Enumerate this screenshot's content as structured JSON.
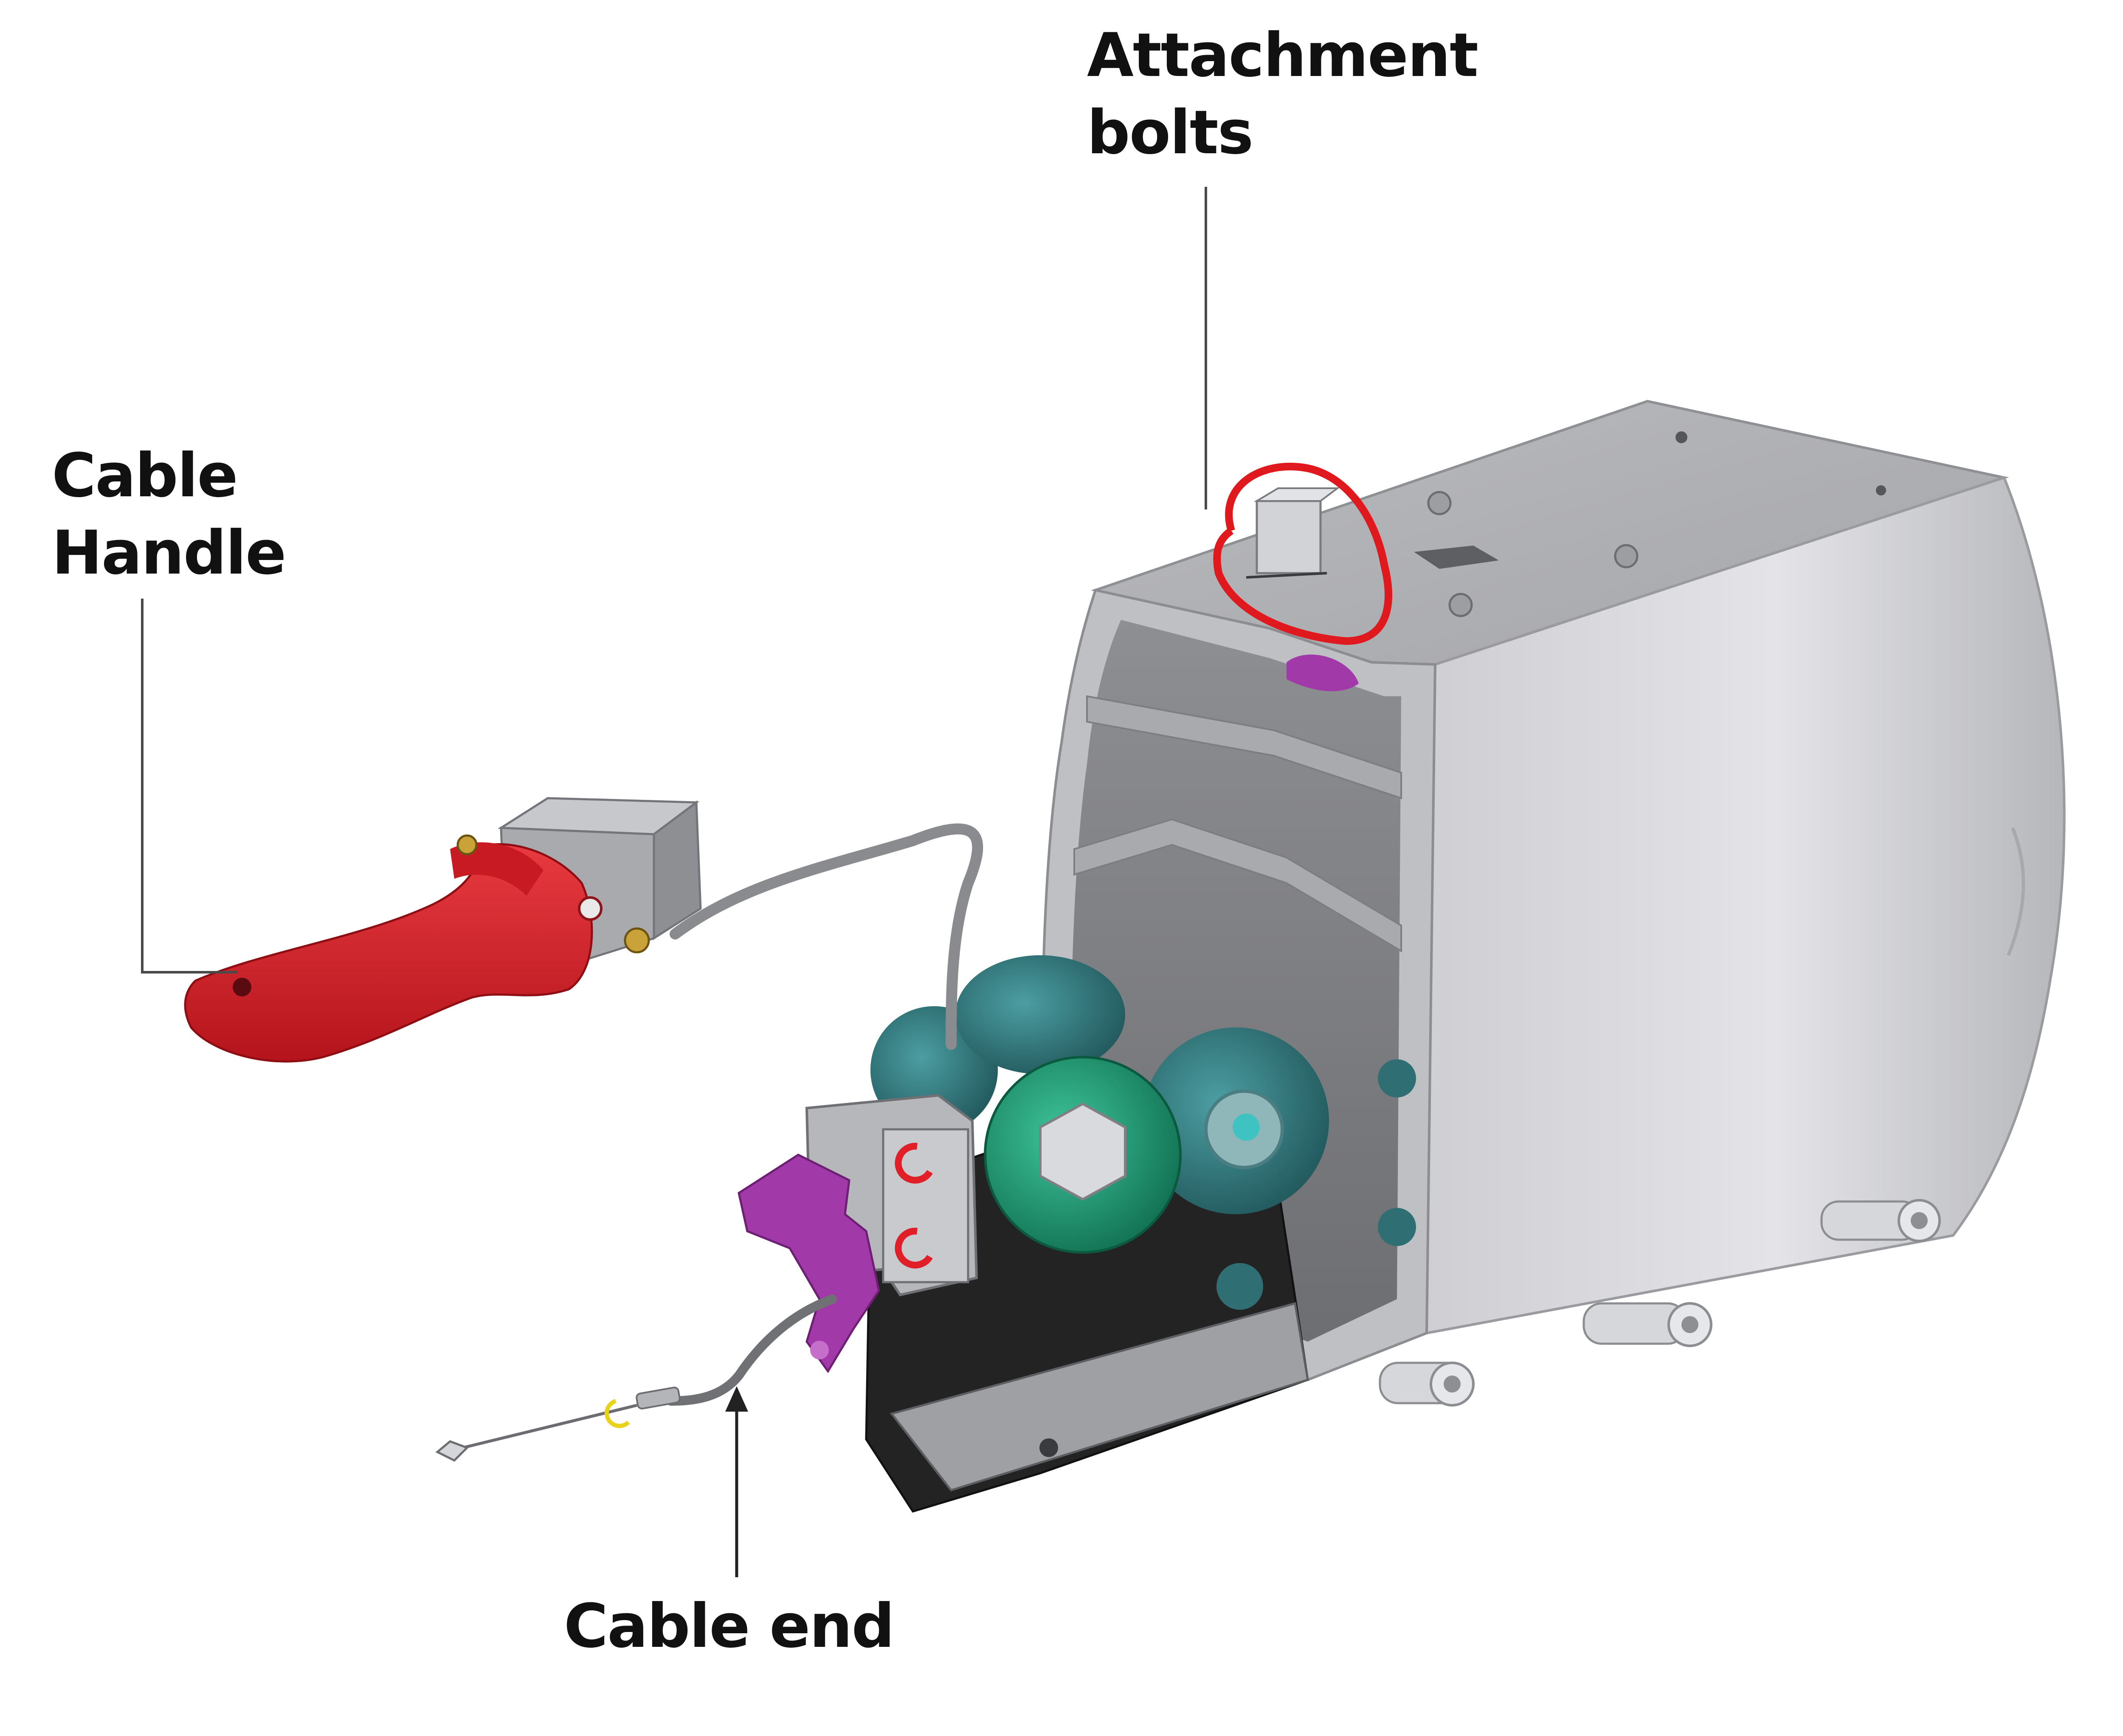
{
  "labels": {
    "attachment_bolts": {
      "line1": "Attachment",
      "line2": "bolts"
    },
    "cable_handle": {
      "line1": "Cable",
      "line2": "Handle"
    },
    "cable_end": "Cable end"
  },
  "colors": {
    "highlight_circle": "#e0191f",
    "handle": "#d3202a",
    "housing": "#c3c4c8",
    "dark_block": "#232324",
    "green_knob": "#1e9a72",
    "teal_knob": "#2f7c80",
    "purple_part": "#a13aa8"
  }
}
